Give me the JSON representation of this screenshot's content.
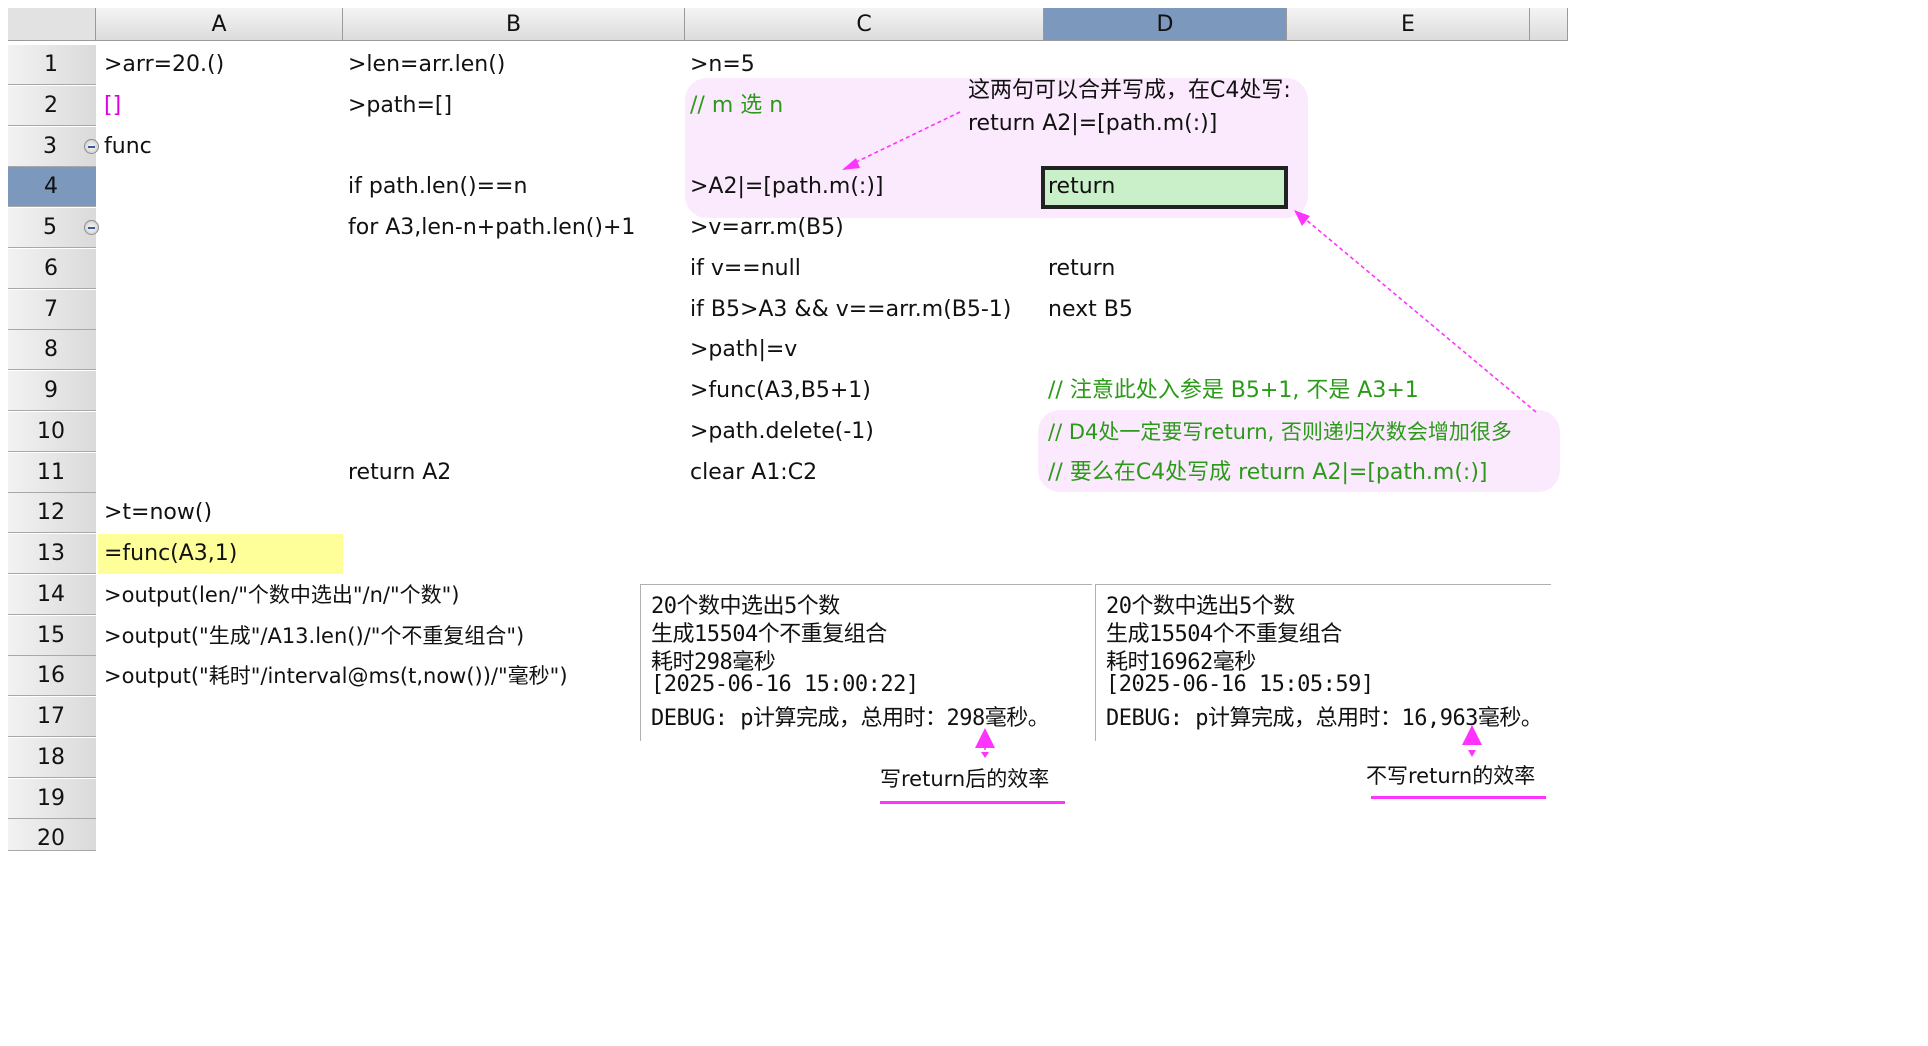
{
  "columns": [
    "A",
    "B",
    "C",
    "D",
    "E"
  ],
  "rows": [
    "1",
    "2",
    "3",
    "4",
    "5",
    "6",
    "7",
    "8",
    "9",
    "10",
    "11",
    "12",
    "13",
    "14",
    "15",
    "16",
    "17",
    "18",
    "19",
    "20"
  ],
  "cells": {
    "A1": ">arr=20.()",
    "B1": ">len=arr.len()",
    "C1": ">n=5",
    "A2": "[]",
    "B2": ">path=[]",
    "C2": "// m 选 n",
    "A3": "func",
    "B4": "if path.len()==n",
    "C4": ">A2|=[path.m(:)]",
    "D4": "return",
    "B5": "for A3,len-n+path.len()+1",
    "C5": ">v=arr.m(B5)",
    "C6": "if v==null",
    "D6": "return",
    "C7": "if B5>A3 && v==arr.m(B5-1)",
    "D7": "next B5",
    "C8": ">path|=v",
    "C9": ">func(A3,B5+1)",
    "D9": "// 注意此处入参是 B5+1, 不是 A3+1",
    "C10": ">path.delete(-1)",
    "D10": "// D4处一定要写return, 否则递归次数会增加很多",
    "B11": "return A2",
    "C11": "clear A1:C2",
    "D11": "// 要么在C4处写成 return A2|=[path.m(:)]",
    "A12": ">t=now()",
    "A13": "=func(A3,1)",
    "A14": ">output(len/\"个数中选出\"/n/\"个数\")",
    "A15": ">output(\"生成\"/A13.len()/\"个不重复组合\")",
    "A16": ">output(\"耗时\"/interval@ms(t,now())/\"毫秒\")"
  },
  "note": {
    "line1": "这两句可以合并写成，在C4处写:",
    "line2": "return  A2|=[path.m(:)]"
  },
  "panel_left": {
    "lines": [
      "20个数中选出5个数",
      "生成15504个不重复组合",
      "耗时298毫秒",
      "[2025-06-16 15:00:22]",
      "DEBUG: p计算完成，总用时：298毫秒。"
    ],
    "caption": "写return后的效率"
  },
  "panel_right": {
    "lines": [
      "20个数中选出5个数",
      "生成15504个不重复组合",
      "耗时16962毫秒",
      "[2025-06-16 15:05:59]",
      "DEBUG: p计算完成，总用时：16,963毫秒。"
    ],
    "caption": "不写return的效率"
  },
  "selected_cell": "D4",
  "colors": {
    "comment": "#2b9a19",
    "annotation_pink": "#ff33ff",
    "highlight_yellow": "#ffff99",
    "active_cell_fill": "#c9f0c9",
    "selected_header": "#7c98bd"
  }
}
